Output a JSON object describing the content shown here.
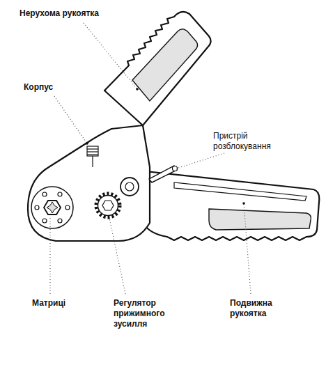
{
  "diagram": {
    "labels": [
      "Нерухома рукоятка",
      "Корпус",
      "Пристрій розблокування",
      "Матриці",
      "Регулятор прижимного зусилля",
      "Подвижна рукоятка"
    ]
  }
}
